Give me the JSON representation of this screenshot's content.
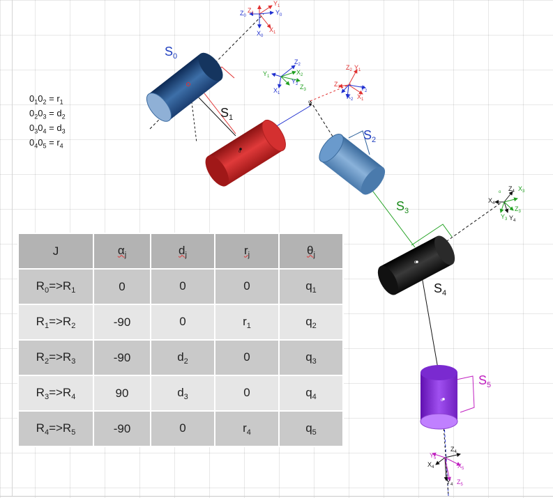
{
  "links": [
    {
      "label": "S",
      "sub": "0",
      "color": "#1f3fbf"
    },
    {
      "label": "S",
      "sub": "1",
      "color": "#111111"
    },
    {
      "label": "S",
      "sub": "2",
      "color": "#1f3fbf"
    },
    {
      "label": "S",
      "sub": "3",
      "color": "#1a8a1a"
    },
    {
      "label": "S",
      "sub": "4",
      "color": "#111111"
    },
    {
      "label": "S",
      "sub": "5",
      "color": "#c020c0"
    }
  ],
  "origins": [
    "o",
    "o",
    "o",
    "o",
    "o"
  ],
  "frames": {
    "f0": {
      "a": "Z",
      "as": "0",
      "b": "Y",
      "bs": "0",
      "c": "X",
      "cs": "0",
      "d": "Z",
      "ds": "1",
      "e": "Y",
      "es": "1",
      "f": "X",
      "fs": "1"
    },
    "f1": {
      "a": "Y",
      "as": "1",
      "b": "Z",
      "bs": "2",
      "c": "X",
      "cs": "1",
      "d": "Y",
      "ds": "2",
      "e": "Z",
      "es": "3",
      "f": "X",
      "fs": "2"
    },
    "f2": {
      "a": "Z",
      "as": "2",
      "b": "Y",
      "bs": "1",
      "c": "Z",
      "cs": "1",
      "d": "Y",
      "ds": "2",
      "e": "X",
      "es": "2",
      "f": "X",
      "fs": "1"
    },
    "f3": {
      "a": "Z",
      "as": "4",
      "b": "X",
      "bs": "3",
      "c": "X",
      "cs": "4",
      "d": "Z",
      "ds": "3",
      "e": "Y",
      "es": "3",
      "f": "Y",
      "fs": "4"
    },
    "f4": {
      "a": "Z",
      "as": "4",
      "b": "Y",
      "bs": "5",
      "c": "X",
      "cs": "4",
      "d": "X",
      "ds": "5",
      "e": "Y",
      "es": "4",
      "f": "Z",
      "fs": "5"
    }
  },
  "equations": [
    {
      "a": "0",
      "as": "1",
      "b": "0",
      "bs": "2",
      "v": "r",
      "vs": "1"
    },
    {
      "a": "0",
      "as": "2",
      "b": "0",
      "bs": "3",
      "v": "d",
      "vs": "2"
    },
    {
      "a": "0",
      "as": "3",
      "b": "0",
      "bs": "4",
      "v": "d",
      "vs": "3"
    },
    {
      "a": "0",
      "as": "4",
      "b": "0",
      "bs": "5",
      "v": "r",
      "vs": "4"
    }
  ],
  "table": {
    "headers": [
      {
        "t": "J",
        "s": ""
      },
      {
        "t": "α",
        "s": "j"
      },
      {
        "t": "d",
        "s": "j"
      },
      {
        "t": "r",
        "s": "j"
      },
      {
        "t": "θ",
        "s": "j"
      }
    ],
    "rows": [
      {
        "a": "R",
        "as": "0",
        "arrow": "=>",
        "b": "R",
        "bs": "1",
        "alpha": "0",
        "d": "0",
        "dsub": "",
        "r": "0",
        "rsub": "",
        "q": "q",
        "qs": "1"
      },
      {
        "a": "R",
        "as": "1",
        "arrow": "=>",
        "b": "R",
        "bs": "2",
        "alpha": "-90",
        "d": "0",
        "dsub": "",
        "r": "r",
        "rsub": "1",
        "q": "q",
        "qs": "2"
      },
      {
        "a": "R",
        "as": "2",
        "arrow": "=>",
        "b": "R",
        "bs": "3",
        "alpha": "-90",
        "d": "d",
        "dsub": "2",
        "r": "0",
        "rsub": "",
        "q": "q",
        "qs": "3"
      },
      {
        "a": "R",
        "as": "3",
        "arrow": "=>",
        "b": "R",
        "bs": "4",
        "alpha": "90",
        "d": "d",
        "dsub": "3",
        "r": "0",
        "rsub": "",
        "q": "q",
        "qs": "4"
      },
      {
        "a": "R",
        "as": "4",
        "arrow": "=>",
        "b": "R",
        "bs": "5",
        "alpha": "-90",
        "d": "0",
        "dsub": "",
        "r": "r",
        "rsub": "4",
        "q": "q",
        "qs": "5"
      }
    ]
  },
  "colors": {
    "cyl_s0": "#2c5f9a",
    "cyl_s1": "#c42a2a",
    "cyl_s2": "#5f8fc0",
    "cyl_s4": "#1a1a1a",
    "cyl_s5": "#8a2be2",
    "axis_red": "#e03030",
    "axis_blue": "#2030d0",
    "axis_green": "#20a020",
    "axis_magenta": "#c020c0"
  }
}
